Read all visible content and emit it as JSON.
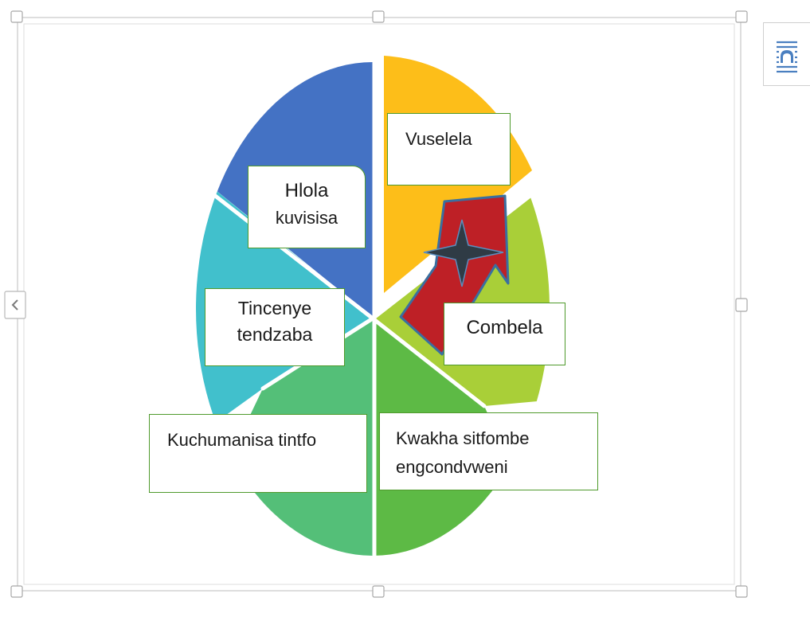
{
  "diagram": {
    "segments": [
      {
        "id": "hlola",
        "color": "#4472c4",
        "label_lines": [
          "Hlola",
          "kuvisisa"
        ]
      },
      {
        "id": "tincenye",
        "color": "#41c0cc",
        "label_lines": [
          "Tincenye",
          "tendzaba"
        ]
      },
      {
        "id": "kuchumanisa",
        "color": "#54bf78",
        "label_lines": [
          "Kuchumanisa tintfo"
        ]
      },
      {
        "id": "kwakha",
        "color": "#5dba45",
        "label_lines": [
          "Kwakha sitfombe",
          "engcondvweni"
        ]
      },
      {
        "id": "combela",
        "color": "#a9cf38",
        "label_lines": [
          "Combela"
        ]
      },
      {
        "id": "vuselela",
        "color": "#fdbe19",
        "label_lines": [
          "Vuselela"
        ]
      }
    ],
    "arrow_color": "#be2026",
    "star_color": "#2f3b45",
    "selection_color": "#c9c9c9"
  },
  "side_panel": {
    "icon": "layout-options-icon"
  }
}
